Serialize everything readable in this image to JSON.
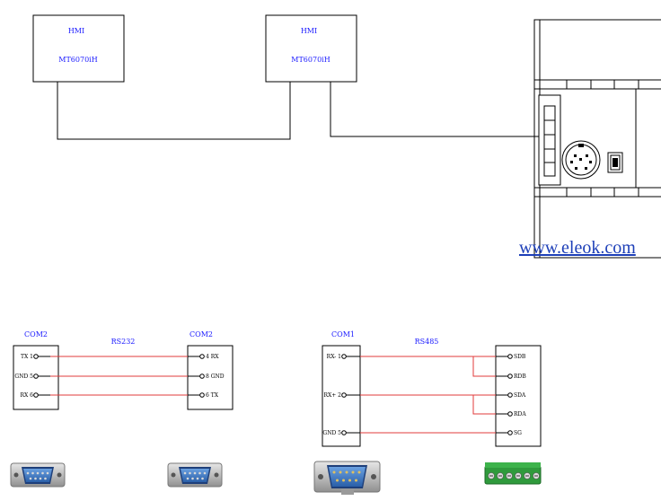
{
  "hmi_left": {
    "title": "HMI",
    "model": "MT6070iH"
  },
  "hmi_mid": {
    "title": "HMI",
    "model": "MT6070iH"
  },
  "watermark": "www.eleok.com",
  "rs232": {
    "left_port": "COM2",
    "right_port": "COM2",
    "cable": "RS232",
    "left_pins": [
      "TX 1",
      "GND 5",
      "RX 6"
    ],
    "right_pins": [
      "4 RX",
      "8 GND",
      "6 TX"
    ]
  },
  "rs485": {
    "left_port": "COM1",
    "cable": "RS485",
    "left_pins": [
      "RX- 1",
      "RX+ 2",
      "GND 5"
    ],
    "right_pins": [
      "SDB",
      "RDB",
      "SDA",
      "RDA",
      "SG"
    ]
  },
  "colors": {
    "wire": "#e23b3b",
    "label": "#1a1aff",
    "connector_blue": "#3a78c8",
    "terminal_green": "#2f9a3c"
  }
}
